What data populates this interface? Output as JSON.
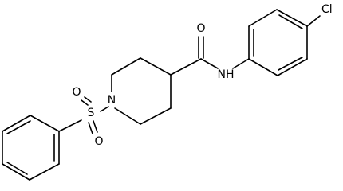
{
  "colors": {
    "bond": "#000000",
    "background": "#ffffff",
    "label": "#000000"
  },
  "atoms": {
    "amide_oxygen": "O",
    "amide_nitrogen": "NH",
    "chlorine": "Cl",
    "piperidine_nitrogen": "N",
    "sulfur": "S",
    "sulfonyl_oxygen_top": "O",
    "sulfonyl_oxygen_bottom": "O"
  }
}
